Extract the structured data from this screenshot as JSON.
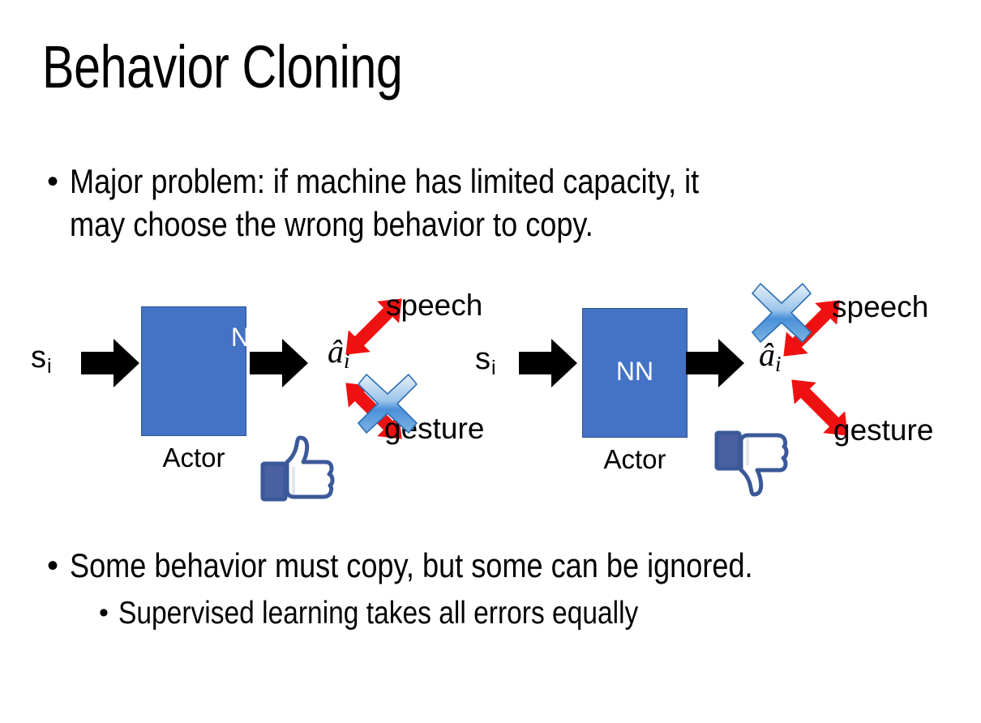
{
  "slide": {
    "title": "Behavior Cloning",
    "background_color": "#FFFFFF",
    "text_color": "#000000"
  },
  "bullets": [
    {
      "level": 1,
      "marker": "•",
      "text": "Major problem: if machine has limited capacity, it\nmay choose the wrong behavior to copy."
    },
    {
      "level": 1,
      "marker": "•",
      "text": "Some behavior must copy, but some can be ignored."
    },
    {
      "level": 2,
      "marker": "•",
      "text": "Supervised learning takes all errors equally"
    }
  ],
  "diagrams": [
    {
      "id": "left",
      "input_label": "s",
      "input_subscript": "i",
      "box_label": "NN",
      "box_caption": "Actor",
      "box_color": "#4472C4",
      "box_border_color": "#2E558F",
      "box_text_color": "#FFFFFF",
      "output_label": "a",
      "output_subscript": "i",
      "branches": [
        {
          "name": "speech",
          "label": "speech",
          "crossed_out": false
        },
        {
          "name": "gesture",
          "label": "gesture",
          "crossed_out": true
        }
      ],
      "verdict_icon": "thumbs-up-icon",
      "arrow_color": "#EE1111",
      "cross_color": "#4A90D9"
    },
    {
      "id": "right",
      "input_label": "s",
      "input_subscript": "i",
      "box_label": "NN",
      "box_caption": "Actor",
      "box_color": "#4472C4",
      "box_border_color": "#2E558F",
      "box_text_color": "#FFFFFF",
      "output_label": "a",
      "output_subscript": "i",
      "branches": [
        {
          "name": "speech",
          "label": "speech",
          "crossed_out": true
        },
        {
          "name": "gesture",
          "label": "gesture",
          "crossed_out": false
        }
      ],
      "verdict_icon": "thumbs-down-icon",
      "arrow_color": "#EE1111",
      "cross_color": "#4A90D9"
    }
  ]
}
